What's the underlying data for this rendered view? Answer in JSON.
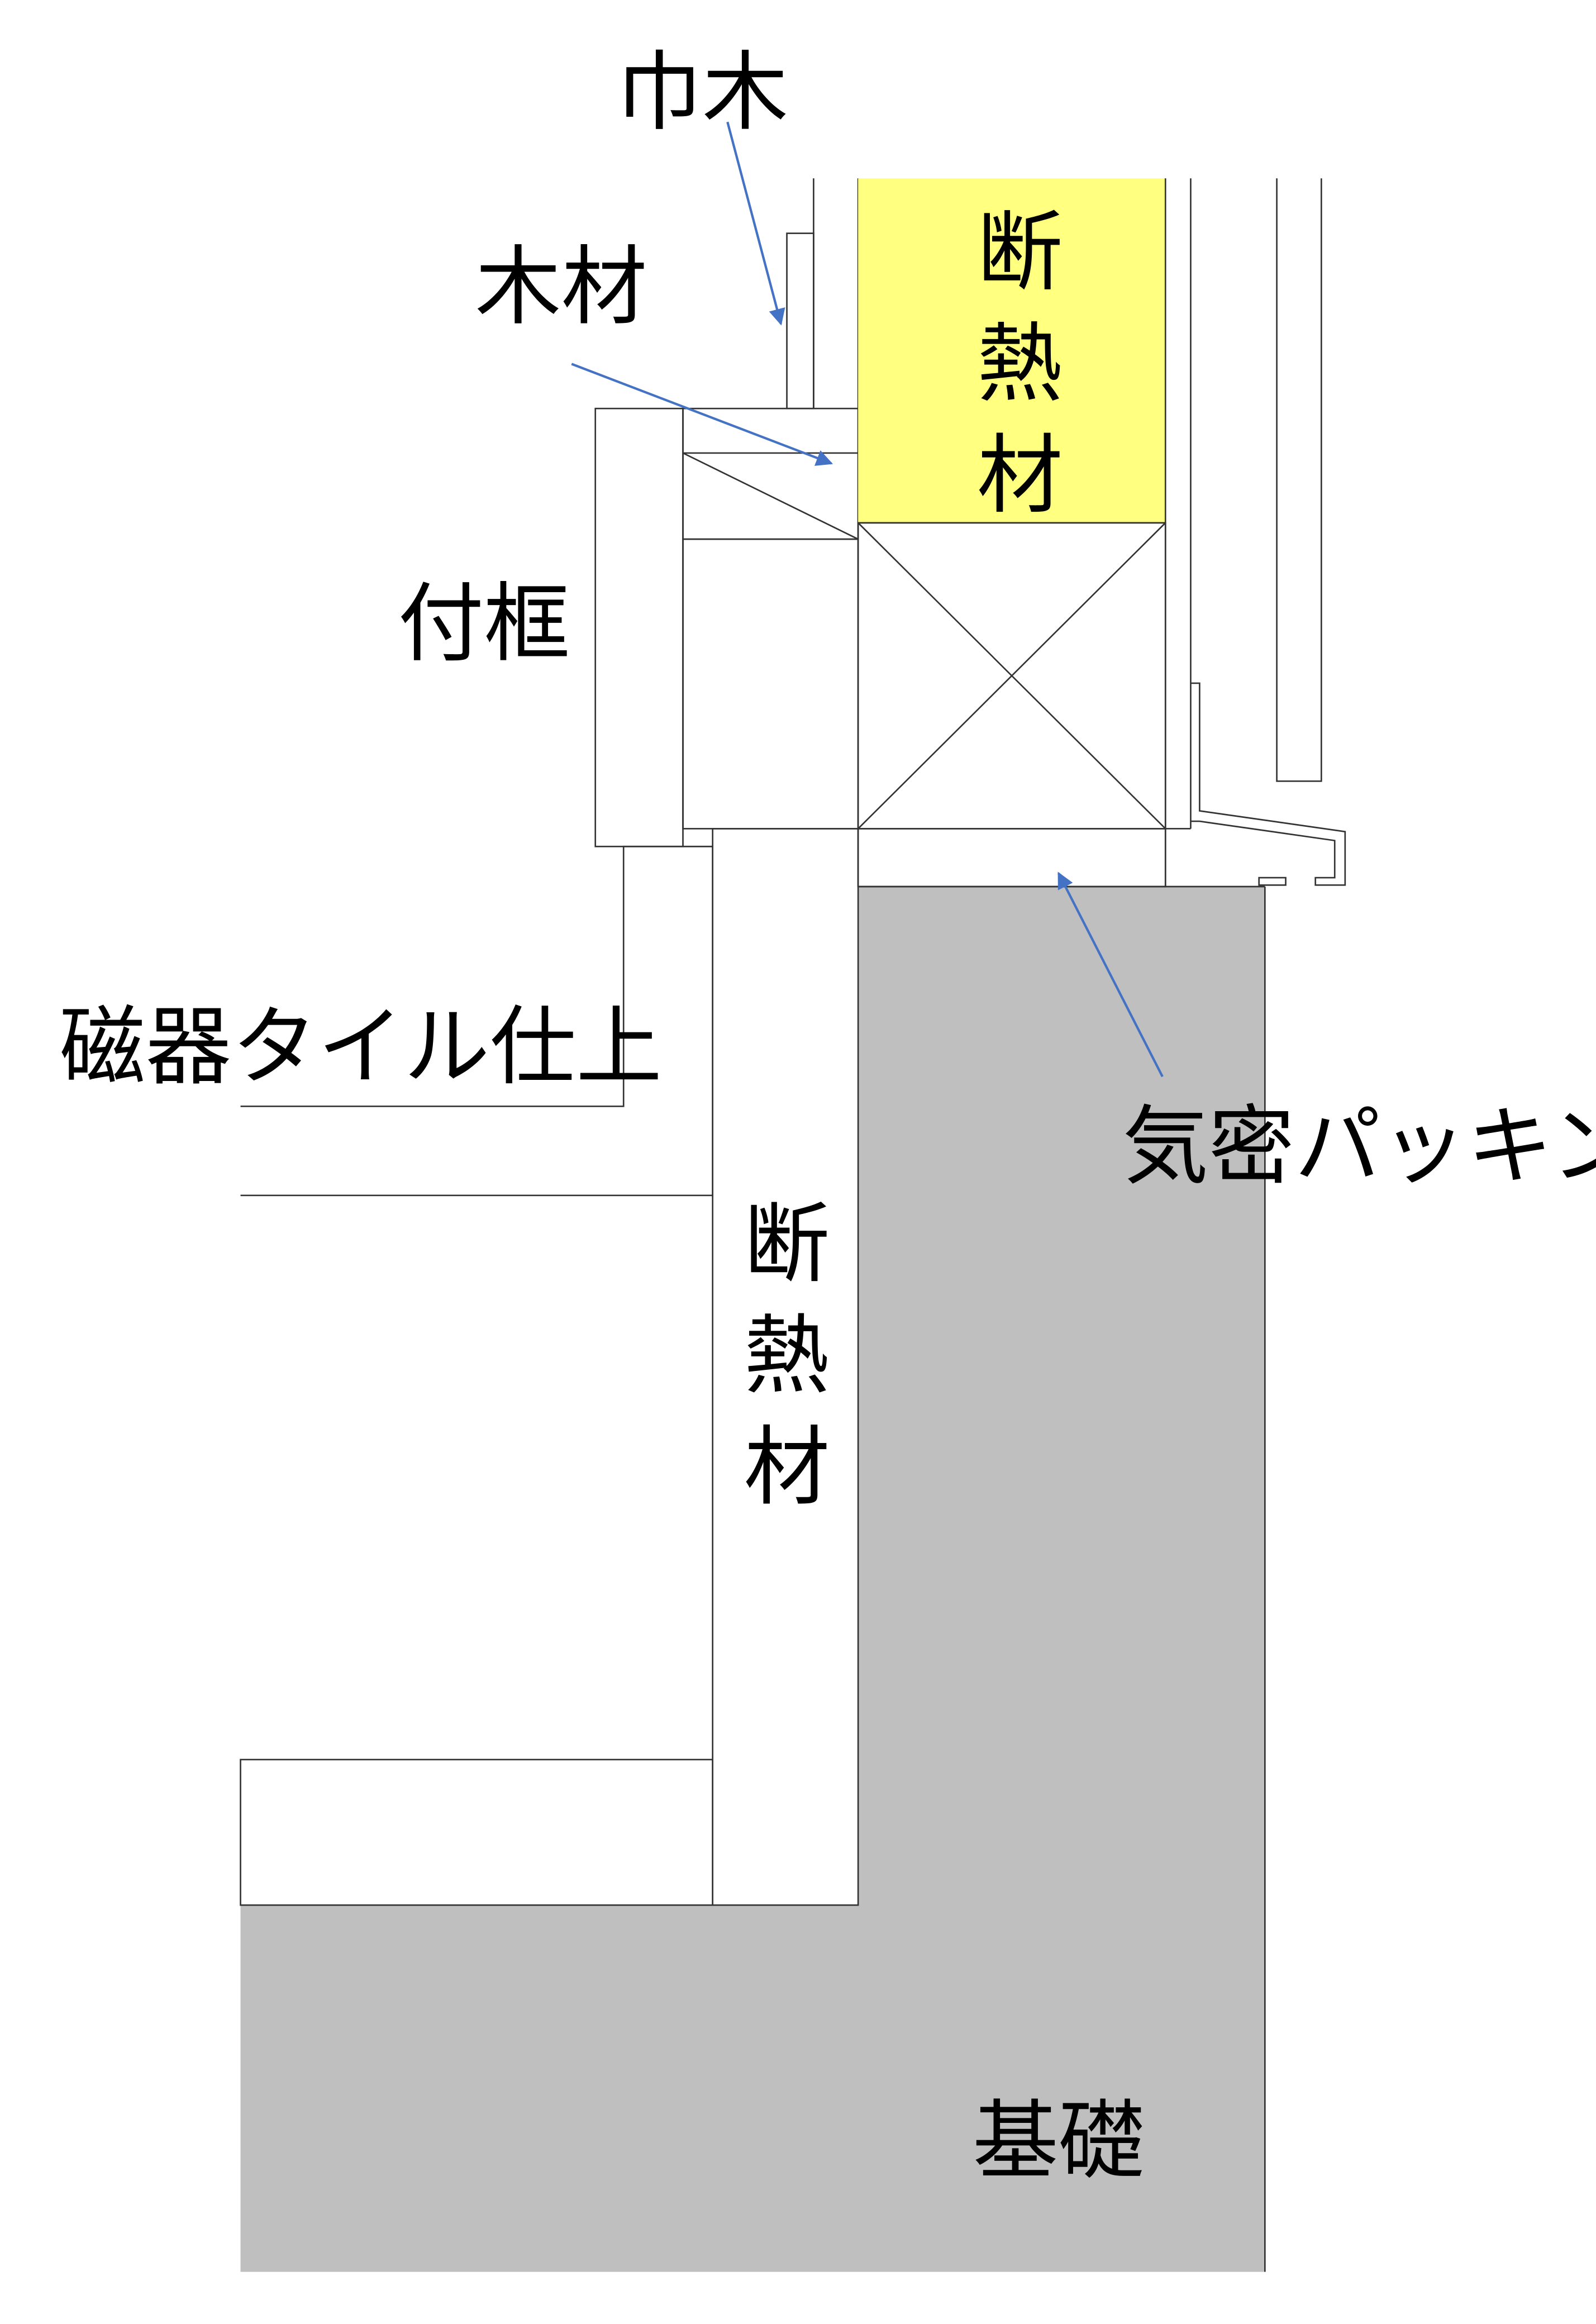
{
  "labels": {
    "baseboard": "巾木",
    "lumber": "木材",
    "subframe": "付框",
    "tile_finish": "磁器タイル仕上",
    "insulation_upper": [
      "断",
      "熱",
      "材"
    ],
    "insulation_lower": [
      "断",
      "熱",
      "材"
    ],
    "airtight_packing": "気密パッキン",
    "foundation": "基礎"
  },
  "colors": {
    "insulation_upper": "#ffff80",
    "insulation_lower": "#80ffff",
    "foundation": "#bfbfbf",
    "arrow": "#4472c4"
  }
}
